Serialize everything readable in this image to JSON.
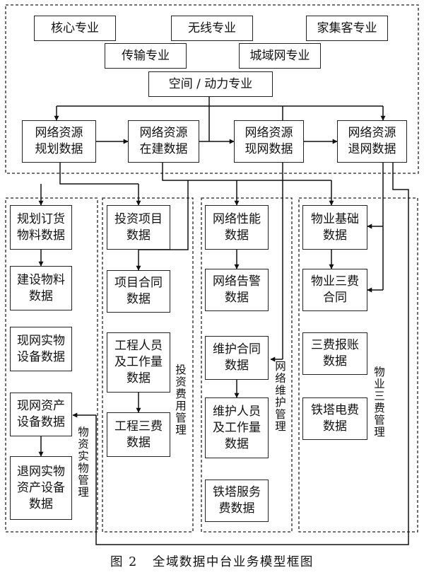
{
  "specialties": {
    "core": "核心专业",
    "wireless": "无线专业",
    "family_group_customer": "家集客专业",
    "transmission": "传输专业",
    "metro_network": "城域网专业",
    "space_power": "空间 / 动力专业"
  },
  "lifecycle": {
    "planning": "网络资源\n规划数据",
    "construction": "网络资源\n在建数据",
    "existing": "网络资源\n现网数据",
    "retired": "网络资源\n退网数据"
  },
  "groups": {
    "material": {
      "label": "物资实物管理",
      "items": [
        "规划订货\n物料数据",
        "建设物料\n数据",
        "现网实物\n设备数据",
        "现网资产\n设备数据",
        "退网实物\n资产设备\n数据"
      ]
    },
    "investment": {
      "label": "投资费用管理",
      "items": [
        "投资项目\n数据",
        "项目合同\n数据",
        "工程人员\n及工作量\n数据",
        "工程三费\n数据"
      ]
    },
    "maintenance": {
      "label": "网络维护管理",
      "items": [
        "网络性能\n数据",
        "网络告警\n数据",
        "维护合同\n数据",
        "维护人员\n及工作量\n数据",
        "铁塔服务\n费数据"
      ]
    },
    "property": {
      "label": "物业三费管理",
      "items": [
        "物业基础\n数据",
        "物业三费\n合同",
        "三费报账\n数据",
        "铁塔电费\n数据"
      ]
    }
  },
  "caption": "图 2   全域数据中台业务模型框图"
}
